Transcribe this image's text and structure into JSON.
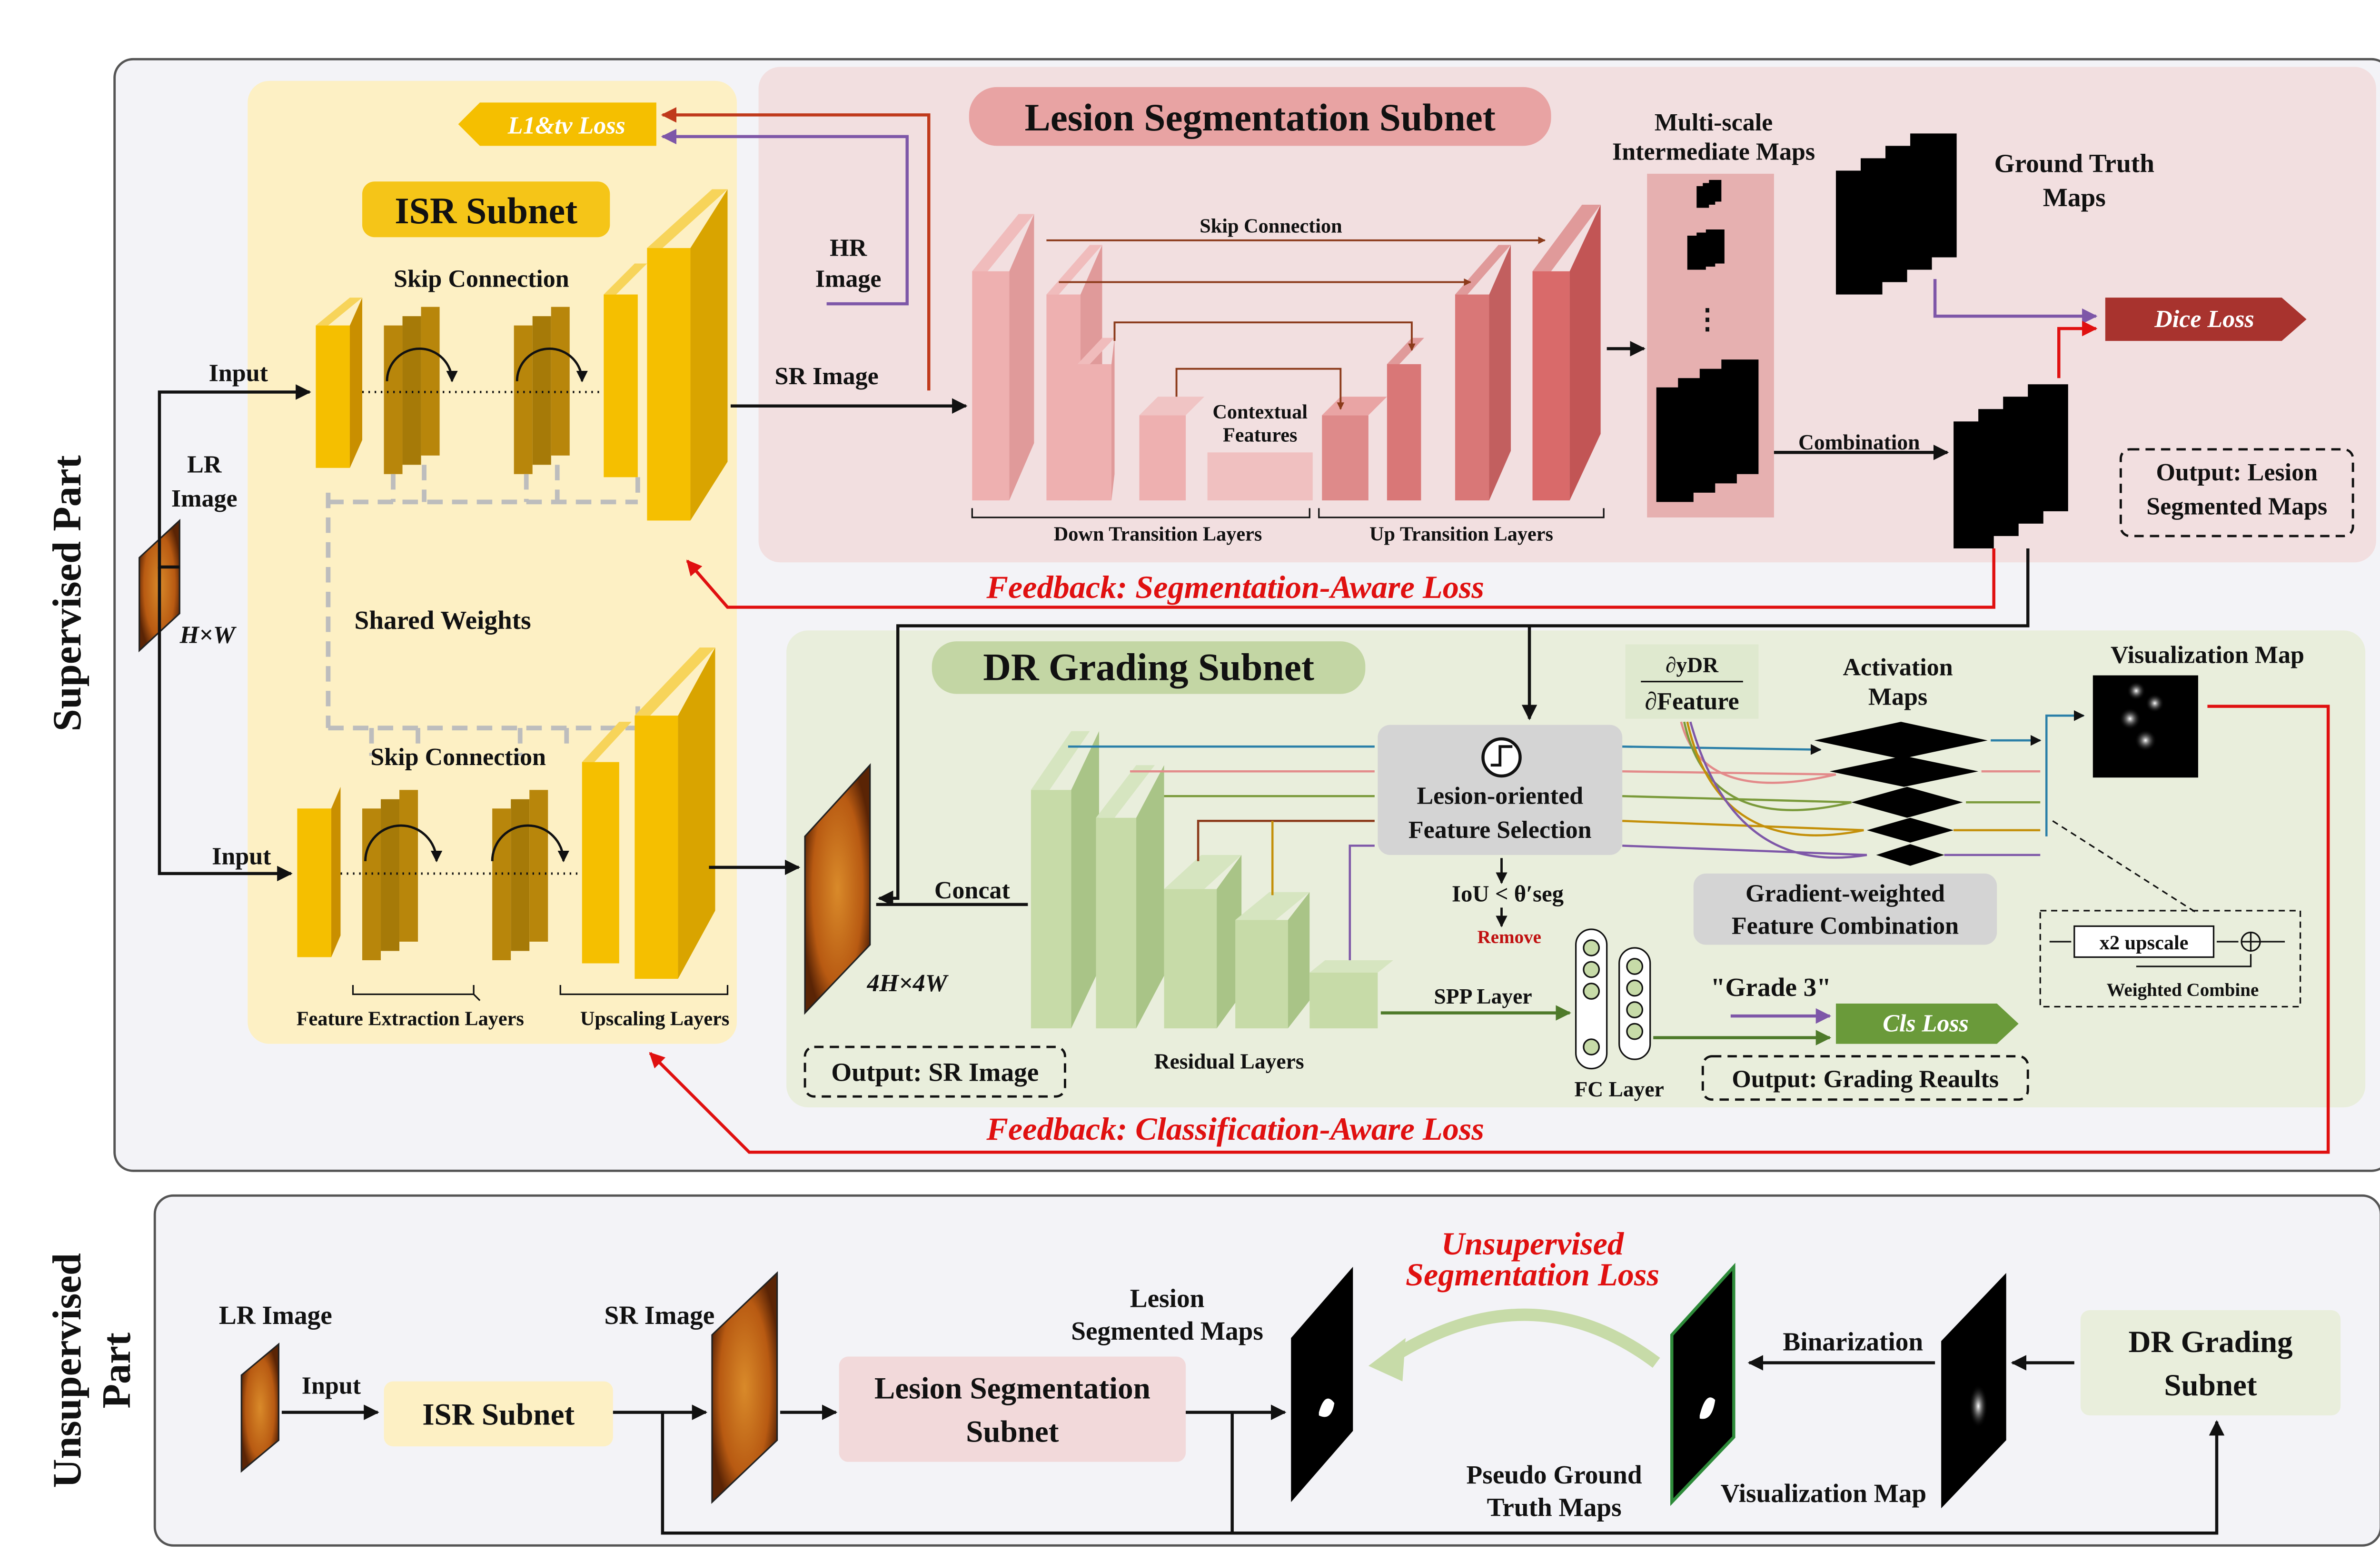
{
  "parts": {
    "supervised": "Supervised  Part",
    "unsupervised_line1": "Unsupervised",
    "unsupervised_line2": "Part"
  },
  "isr": {
    "title": "ISR Subnet",
    "skip_top": "Skip Connection",
    "skip_bottom": "Skip Connection",
    "shared": "Shared  Weights",
    "feature_extraction": "Feature Extraction Layers",
    "upscaling": "Upscaling Layers",
    "input_top": "Input",
    "input_bottom": "Input",
    "lr_line1": "LR",
    "lr_line2": "Image",
    "size_lr": "H×W",
    "loss": "L1&tv Loss"
  },
  "seg": {
    "title": "Lesion Segmentation Subnet",
    "skip": "Skip Connection",
    "contextual_line1": "Contextual",
    "contextual_line2": "Features",
    "down": "Down Transition Layers",
    "up": "Up Transition Layers",
    "hr_line1": "HR",
    "hr_line2": "Image",
    "sr": "SR Image",
    "multiscale_line1": "Multi-scale",
    "multiscale_line2": "Intermediate Maps",
    "gt_line1": "Ground Truth",
    "gt_line2": "Maps",
    "combination": "Combination",
    "dice": "Dice Loss",
    "output_line1": "Output: Lesion",
    "output_line2": "Segmented Maps",
    "feedback": "Feedback: Segmentation-Aware Loss"
  },
  "dr": {
    "title": "DR Grading Subnet",
    "concat": "Concat",
    "size_sr": "4H×4W",
    "output_sr": "Output: SR Image",
    "residual": "Residual Layers",
    "lofs_line1": "Lesion-oriented",
    "lofs_line2": "Feature Selection",
    "iou": "IoU < θ′seg",
    "remove": "Remove",
    "grad_num": "∂yDR",
    "grad_den": "∂Feature",
    "activation_line1": "Activation",
    "activation_line2": "Maps",
    "gw_line1": "Gradient-weighted",
    "gw_line2": "Feature Combination",
    "visual": "Visualization Map",
    "upscale": "x2 upscale",
    "weighted": "Weighted Combine",
    "spp": "SPP Layer",
    "fc": "FC Layer",
    "grade": "\"Grade 3\"",
    "cls": "Cls Loss",
    "output_grade": "Output: Grading Reaults",
    "feedback": "Feedback: Classification-Aware Loss"
  },
  "unsup": {
    "lr": "LR Image",
    "input": "Input",
    "isr": "ISR Subnet",
    "sr": "SR Image",
    "seg_line1": "Lesion Segmentation",
    "seg_line2": "Subnet",
    "lesion_line1": "Lesion",
    "lesion_line2": "Segmented Maps",
    "loss_line1": "Unsupervised",
    "loss_line2": "Segmentation Loss",
    "binarization": "Binarization",
    "pseudo_line1": "Pseudo Ground",
    "pseudo_line2": "Truth Maps",
    "vis": "Visualization Map",
    "dr_line1": "DR Grading",
    "dr_line2": "Subnet"
  },
  "colors": {
    "isr_bg": "#fdf0c4",
    "isr_block": "#f5bf00",
    "seg_bg": "#f2dfe0",
    "seg_block": "#e07a7a",
    "dr_bg": "#e9eedc",
    "dr_block": "#c7dba8",
    "feedback": "#e01010",
    "loss_arrow": "#7e57a8"
  }
}
